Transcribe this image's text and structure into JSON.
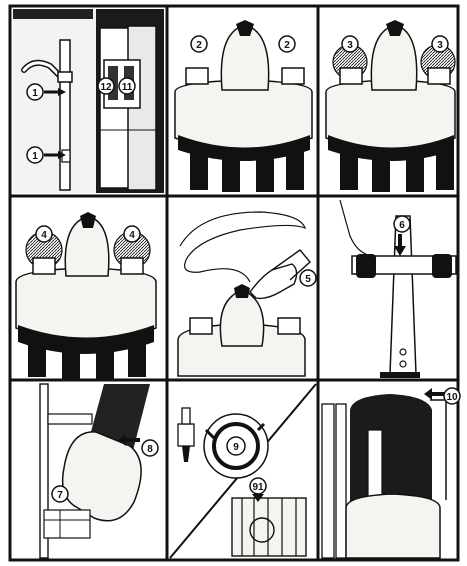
{
  "panels": [
    {
      "id": "p1",
      "callouts": [
        "1",
        "12",
        "11",
        "1"
      ]
    },
    {
      "id": "p2",
      "callouts": [
        "2",
        "2"
      ]
    },
    {
      "id": "p3",
      "callouts": [
        "3",
        "3"
      ]
    },
    {
      "id": "p4",
      "callouts": [
        "4",
        "4"
      ]
    },
    {
      "id": "p5",
      "callouts": [
        "5"
      ]
    },
    {
      "id": "p6",
      "callouts": [
        "6"
      ]
    },
    {
      "id": "p7",
      "callouts": [
        "8",
        "7"
      ]
    },
    {
      "id": "p8",
      "callouts": [
        "9",
        "91"
      ]
    },
    {
      "id": "p9",
      "callouts": [
        "10"
      ]
    }
  ],
  "colors": {
    "ink": "#111111",
    "paper": "#ffffff",
    "shade": "#2a2a2a",
    "tank": "#f4f4f0"
  }
}
